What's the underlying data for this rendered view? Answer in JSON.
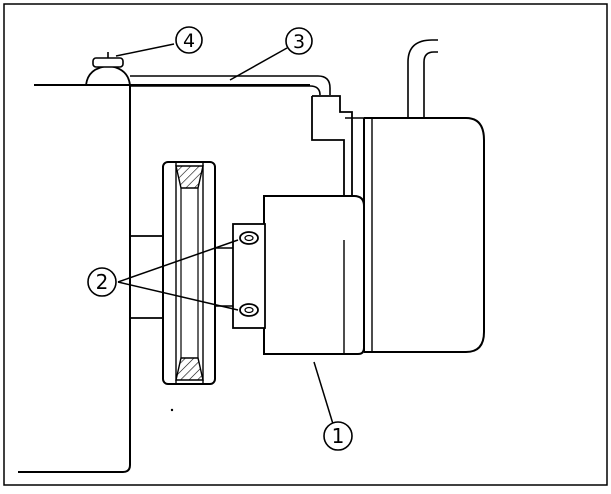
{
  "callouts": {
    "part_1": "1",
    "part_2": "2",
    "part_3": "3",
    "part_4": "4"
  }
}
